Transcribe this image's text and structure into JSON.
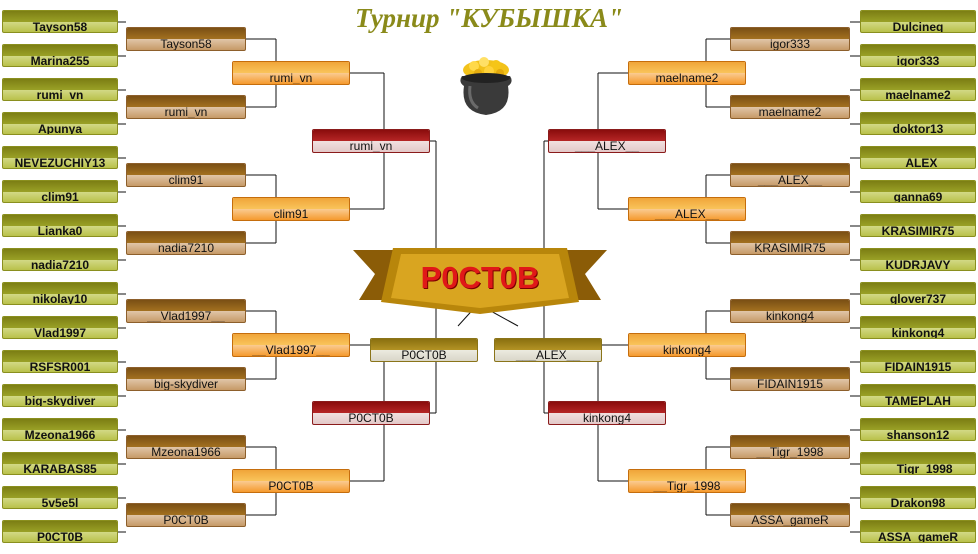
{
  "title": "Турнир \"КУБЫШКА\"",
  "champion": "P0CT0B",
  "rounds": {
    "left_r1": [
      "Tayson58",
      "Marina255",
      "rumi_vn",
      "Apunya",
      "NEVEZUCHIY13",
      "clim91",
      "Lianka0",
      "nadia7210",
      "nikolay10",
      "__Vlad1997__",
      "RSFSR001",
      "big-skydiver",
      "Mzeona1966",
      "KARABAS85",
      "5v5e5l",
      "P0CT0B"
    ],
    "left_r2": [
      "Tayson58",
      "rumi_vn",
      "clim91",
      "nadia7210",
      "__Vlad1997__",
      "big-skydiver",
      "Mzeona1966",
      "P0CT0B"
    ],
    "left_r3": [
      "rumi_vn",
      "clim91",
      "__Vlad1997__",
      "P0CT0B"
    ],
    "left_r4": [
      "rumi_vn",
      "P0CT0B"
    ],
    "left_r5": "P0CT0B",
    "right_r1": [
      "Dulcineq",
      "igor333",
      "maelname2",
      "doktor13",
      "___ALEX__",
      "ganna69",
      "KRASIMIR75",
      "KUDRJAVY",
      "glover737",
      "kinkong4",
      "FIDAIN1915",
      "TAMEPLAH",
      "shanson12",
      "__Tigr_1998",
      "Drakon98",
      "ASSA_gameR"
    ],
    "right_r2": [
      "igor333",
      "maelname2",
      "___ALEX__",
      "KRASIMIR75",
      "kinkong4",
      "FIDAIN1915",
      "__Tigr_1998",
      "ASSA_gameR"
    ],
    "right_r3": [
      "maelname2",
      "___ALEX__",
      "kinkong4",
      "__Tigr_1998"
    ],
    "right_r4": [
      "___ALEX__",
      "kinkong4"
    ],
    "right_r5": "___ALEX__"
  },
  "icons": {
    "pot": "pot-of-gold-icon",
    "banner": "ribbon-banner-icon"
  },
  "colors": {
    "title": "#8a8a1a",
    "champion": "#e01818"
  }
}
